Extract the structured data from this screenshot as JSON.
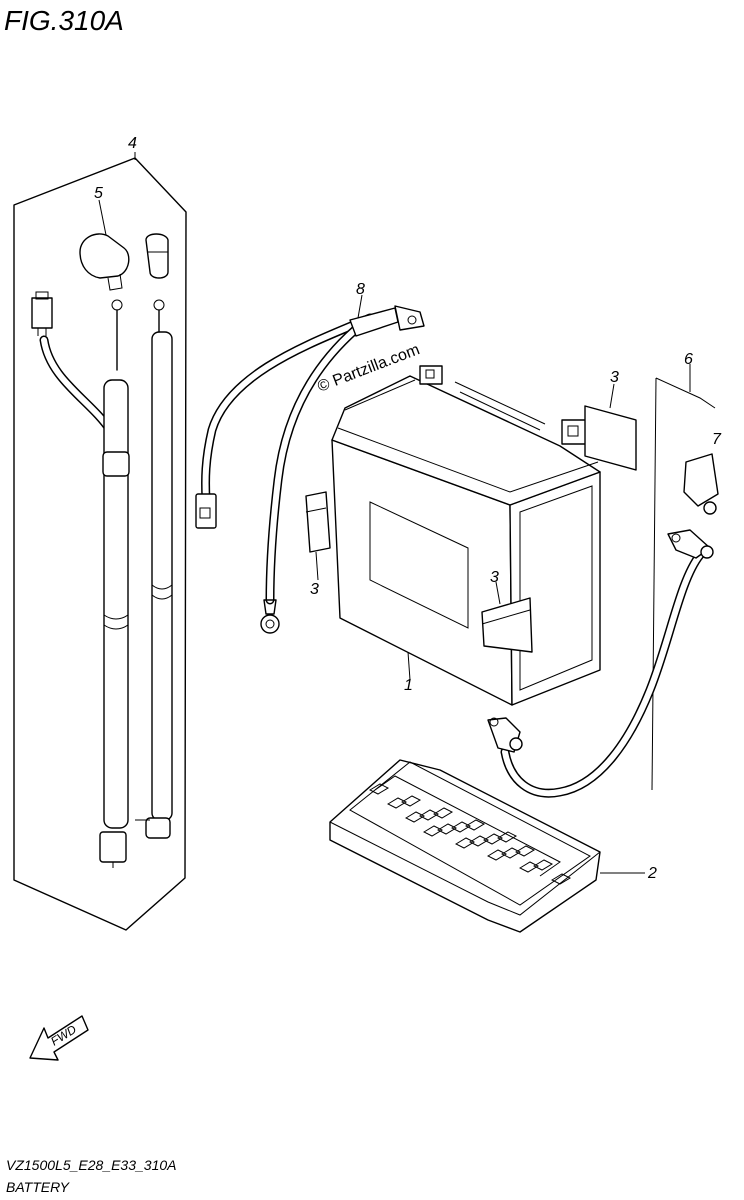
{
  "figure": {
    "title": "FIG.310A",
    "code": "VZ1500L5_E28_E33_310A",
    "name": "BATTERY",
    "watermark": "© Partzilla.com",
    "fwd_label": "FWD"
  },
  "callouts": [
    {
      "id": "part-1",
      "label": "1"
    },
    {
      "id": "part-2",
      "label": "2"
    },
    {
      "id": "part-3a",
      "label": "3"
    },
    {
      "id": "part-3b",
      "label": "3"
    },
    {
      "id": "part-3c",
      "label": "3"
    },
    {
      "id": "part-4",
      "label": "4"
    },
    {
      "id": "part-5",
      "label": "5"
    },
    {
      "id": "part-6",
      "label": "6"
    },
    {
      "id": "part-7",
      "label": "7"
    },
    {
      "id": "part-8",
      "label": "8"
    }
  ]
}
